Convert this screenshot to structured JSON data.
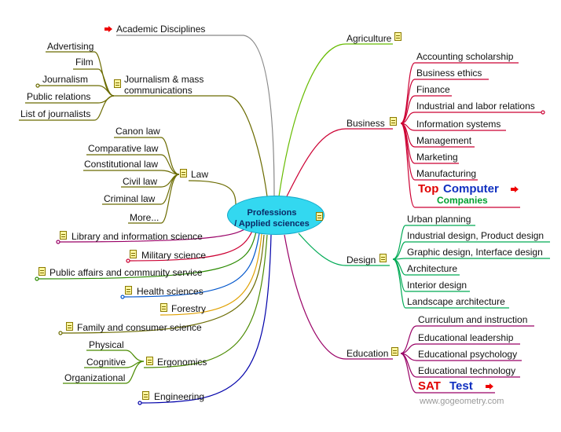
{
  "center": {
    "text": "Professions\n/ Applied sciences"
  },
  "branches": {
    "academic_disciplines": "Academic Disciplines",
    "journalism": "Journalism & mass\ncommunications",
    "journalism_children": [
      "Advertising",
      "Film",
      "Journalism",
      "Public relations",
      "List of journalists"
    ],
    "law": "Law",
    "law_children": [
      "Canon law",
      "Comparative law",
      "Constitutional law",
      "Civil law",
      "Criminal law",
      "More..."
    ],
    "library": "Library and information science",
    "military": "Military science",
    "public_affairs": "Public affairs and community service",
    "health": "Health sciences",
    "forestry": "Forestry",
    "family": "Family and consumer science",
    "ergonomics": "Ergonomics",
    "ergonomics_children": [
      "Physical",
      "Cognitive",
      "Organizational"
    ],
    "engineering": "Engineering",
    "agriculture": "Agriculture",
    "business": "Business",
    "business_children": [
      "Accounting scholarship",
      "Business ethics",
      "Finance",
      "Industrial and labor relations",
      "Information systems",
      "Management",
      "Marketing",
      "Manufacturing"
    ],
    "design": "Design",
    "design_children": [
      "Urban planning",
      "Industrial design, Product design",
      "Graphic design, Interface design",
      "Architecture",
      "Interior design",
      "Landscape architecture"
    ],
    "education": "Education",
    "education_children": [
      "Curriculum and instruction",
      "Educational leadership",
      "Educational psychology",
      "Educational technology"
    ]
  },
  "ads": {
    "top_computer_1": "Top",
    "top_computer_2": "Computer",
    "top_computer_3": "Companies",
    "sat_1": "SAT",
    "sat_2": "Test"
  },
  "watermark": "www.gogeometry.com",
  "colors": {
    "center_fill": "#33d8f0",
    "olive": "#6b6b00",
    "business": "#cc0033",
    "design": "#00aa55",
    "education": "#990066",
    "agriculture": "#66bb00",
    "grey": "#888888",
    "blue": "#0033cc",
    "orange": "#e0a000"
  }
}
